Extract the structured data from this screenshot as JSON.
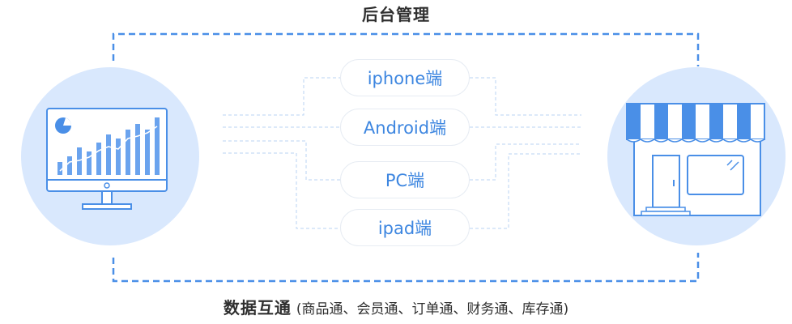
{
  "top_title": "后台管理",
  "bottom_title": {
    "main": "数据互通",
    "sub": "(商品通、会员通、订单通、财务通、库存通)"
  },
  "platforms": [
    {
      "label": "iphone端"
    },
    {
      "label": "Android端"
    },
    {
      "label": "PC端"
    },
    {
      "label": "ipad端"
    }
  ],
  "colors": {
    "accent": "#4a8fe7",
    "circle_fill": "#d9e8fd",
    "pill_text": "#3d86e0",
    "title_text": "#2f2f2f",
    "thin_line": "#b9d3f3"
  },
  "icons": {
    "left": "monitor-chart-icon",
    "right": "storefront-icon"
  }
}
